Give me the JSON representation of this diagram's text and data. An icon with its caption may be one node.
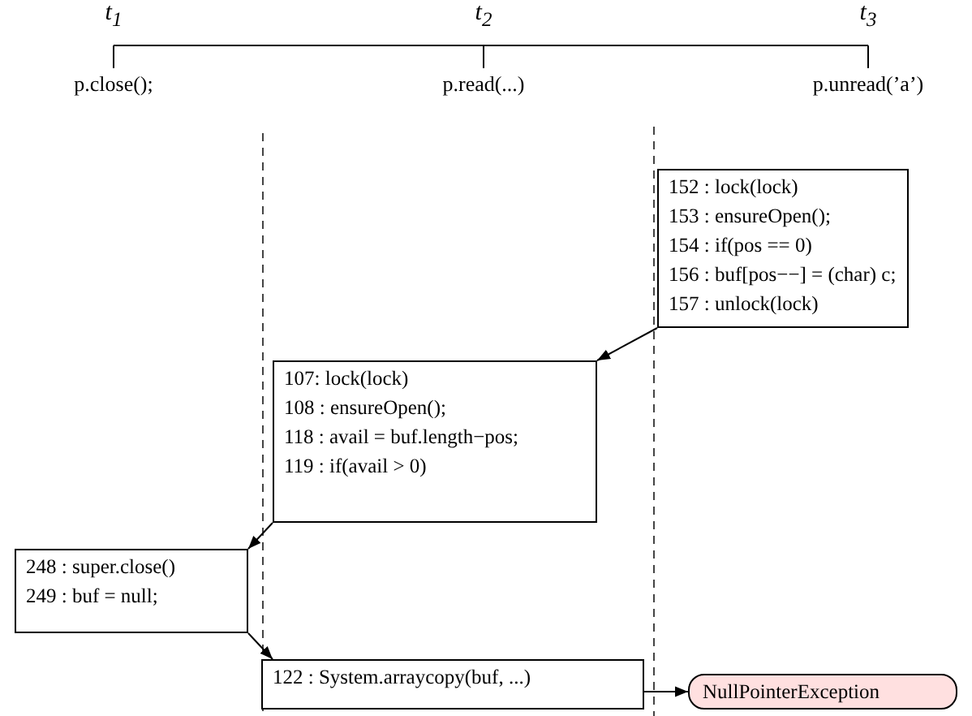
{
  "diagram": {
    "nodes": [
      {
        "text": [
          "152 : lock(lock)",
          "153 : ensureOpen();",
          "154 : if(pos == 0)",
          "156 : buf[pos−−] = (char) c;",
          "157 : unlock(lock)"
        ]
      },
      {
        "text": [
          "107: lock(lock)",
          "108 : ensureOpen();",
          "118 : avail = buf.length−pos;",
          "119 : if(avail > 0)"
        ]
      },
      {
        "text": [
          "248 : super.close()",
          "249 : buf = null;"
        ]
      },
      {
        "text": [
          "122 : System.arraycopy(buf, ...)"
        ]
      },
      {
        "text": [
          "NullPointerException"
        ]
      }
    ],
    "edges": [
      {
        "from": 0,
        "to": 1,
        "arrow": "to"
      },
      {
        "from": 1,
        "to": 2,
        "arrow": "to"
      },
      {
        "from": 2,
        "to": 3,
        "arrow": "to"
      },
      {
        "from": 3,
        "to": 4,
        "arrow": "to"
      }
    ],
    "labels": [
      "t$_{1}$",
      "t$_{2}$",
      "t$_{3}$",
      "p.close();",
      "p.read(...)",
      "p.unread(’a’)"
    ]
  }
}
